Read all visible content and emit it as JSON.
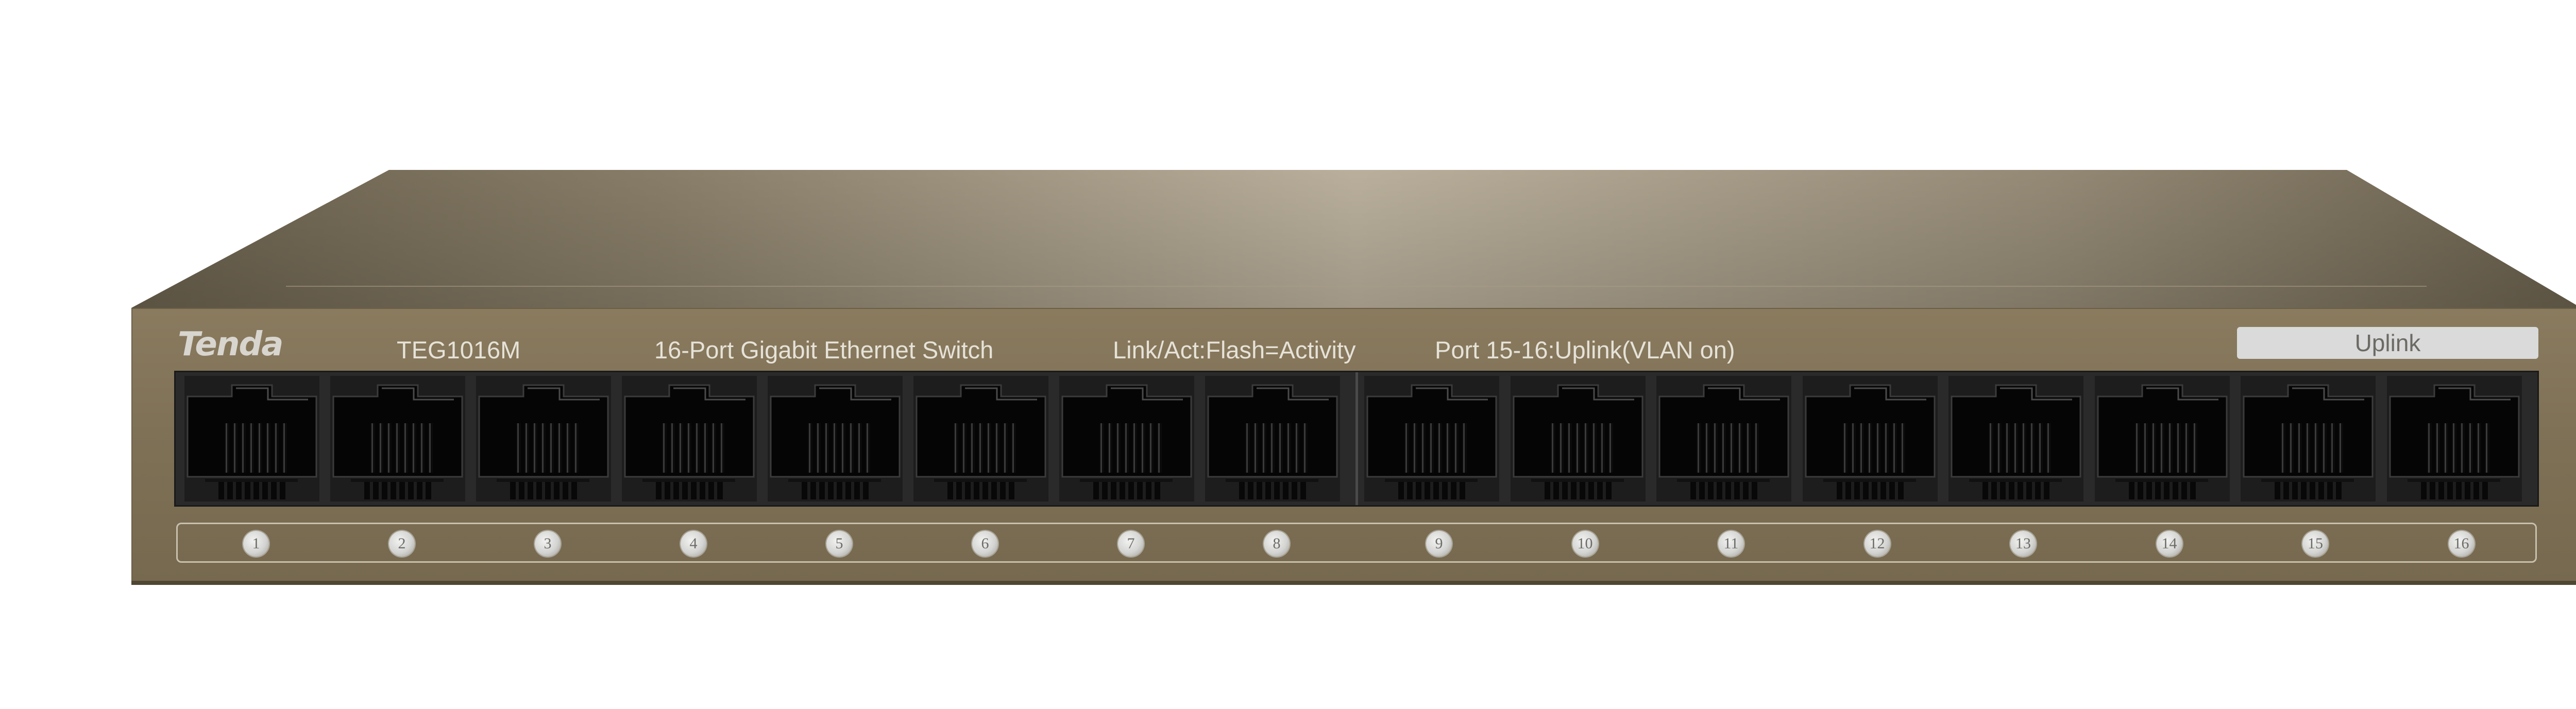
{
  "device": {
    "brand": "Tenda",
    "model": "TEG1016M",
    "description": "16-Port Gigabit Ethernet Switch",
    "led_legend": "Link/Act:Flash=Activity",
    "uplink_note": "Port 15-16:Uplink(VLAN on)",
    "uplink_badge": "Uplink"
  },
  "ports": [
    {
      "label": "1"
    },
    {
      "label": "2"
    },
    {
      "label": "3"
    },
    {
      "label": "4"
    },
    {
      "label": "5"
    },
    {
      "label": "6"
    },
    {
      "label": "7"
    },
    {
      "label": "8"
    },
    {
      "label": "9"
    },
    {
      "label": "10"
    },
    {
      "label": "11"
    },
    {
      "label": "12"
    },
    {
      "label": "13"
    },
    {
      "label": "14"
    },
    {
      "label": "15"
    },
    {
      "label": "16"
    }
  ],
  "colors": {
    "chassis": "#7f7156",
    "top_highlight": "#c3b8a4",
    "port_bay": "#2a2a2a",
    "label_text": "#e6e2d8"
  }
}
